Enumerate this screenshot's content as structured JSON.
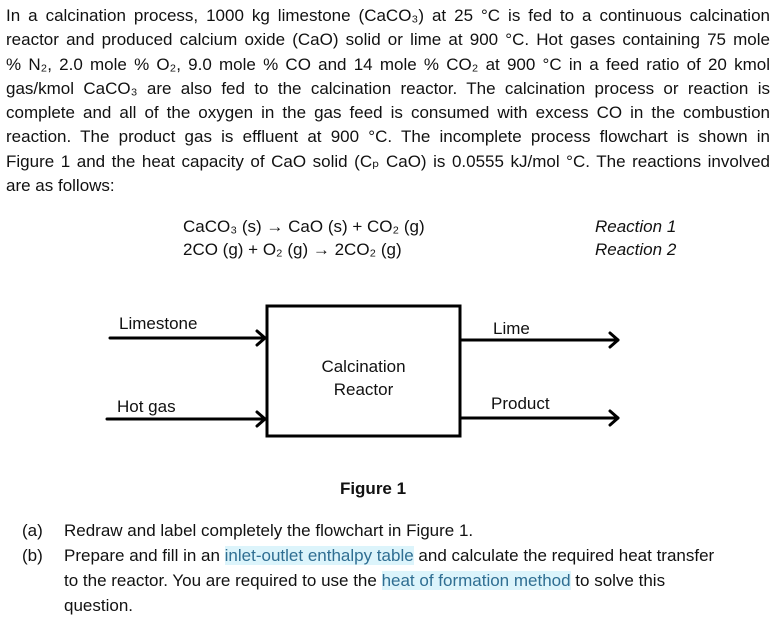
{
  "problem": {
    "lines": [
      "In a calcination process, 1000 kg limestone (CaCO₃) at 25 °C is fed to a continuous calcination",
      "reactor and produced calcium oxide (CaO) solid or lime at 900 °C. Hot gases containing 75 mole",
      "% N₂, 2.0 mole % O₂, 9.0 mole %  CO and 14 mole % CO₂  at 900 °C  in a  feed ratio of 20 kmol",
      "gas/kmol CaCO₃ are also fed to the calcination reactor. The calcination process or reaction is",
      "complete and all of the oxygen in the gas feed is consumed with excess CO in the combustion",
      "reaction. The product gas is effluent at 900 °C. The incomplete process flowchart is shown in",
      "Figure 1 and the heat capacity of CaO solid (Cₚ CaO) is 0.0555 kJ/mol °C. The reactions involved",
      "are as follows:"
    ]
  },
  "reactions": [
    {
      "equation": "CaCO₃ (s) → CaO (s) + CO₂ (g)",
      "label": "Reaction 1"
    },
    {
      "equation": "2CO (g) + O₂ (g) → 2CO₂ (g)",
      "label": "Reaction 2"
    }
  ],
  "flowchart": {
    "box_line1": "Calcination",
    "box_line2": "Reactor",
    "inlet1": "Limestone",
    "inlet2": "Hot gas",
    "outlet1": "Lime",
    "outlet2": "Product",
    "caption": "Figure 1"
  },
  "questions": {
    "a": {
      "marker": "(a)",
      "text": "Redraw and label completely the flowchart in Figure 1."
    },
    "b": {
      "marker": "(b)",
      "l1_pre": "Prepare and fill in an ",
      "l1_hl": "inlet-outlet enthalpy table",
      "l1_post": " and calculate the required heat transfer",
      "l2_pre": "to the reactor. You are required to use the ",
      "l2_hl": "heat of formation method",
      "l2_post": " to solve this",
      "l3": "question."
    }
  }
}
